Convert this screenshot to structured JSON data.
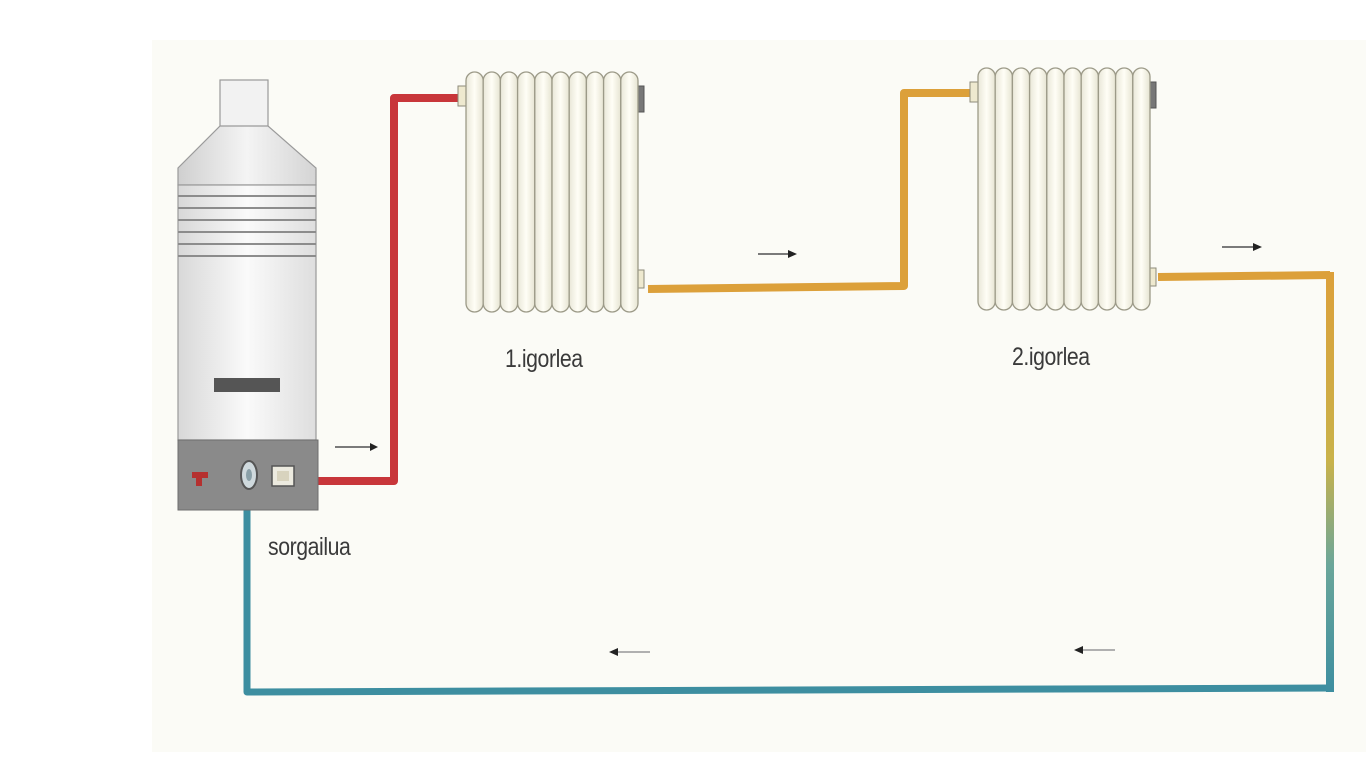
{
  "diagram": {
    "boiler_label": "sorgailua",
    "radiator_1_label": "1.igorlea",
    "radiator_2_label": "2.igorlea"
  },
  "colors": {
    "hot_pipe": "#c8363a",
    "warm_pipe": "#dca03a",
    "cool_pipe": "#3d8ea0",
    "radiator": "#fbfaf0",
    "boiler_body": "#f3f3f3",
    "control_panel": "#8a8a8a",
    "background": "#fbfbf6"
  },
  "icons": [
    "flow-arrow-icon",
    "thermostat-knob-icon",
    "dial-icon",
    "display-icon"
  ]
}
